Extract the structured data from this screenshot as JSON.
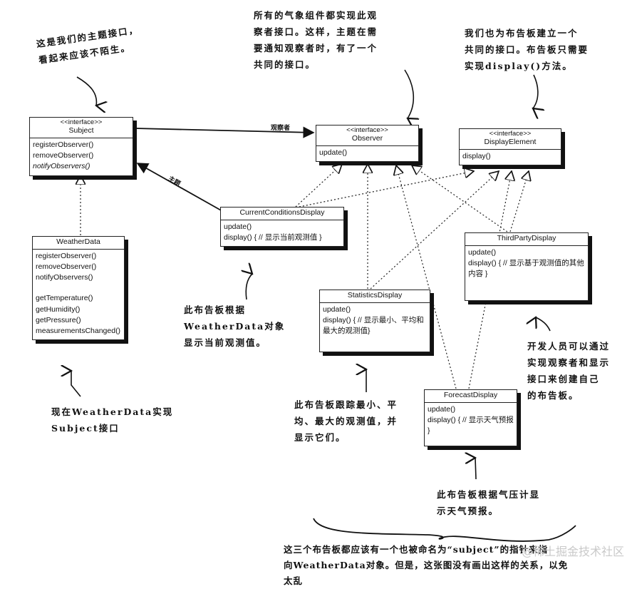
{
  "diagram": {
    "type": "uml-class-diagram",
    "classes": {
      "subject": {
        "stereotype": "<<interface>>",
        "name": "Subject",
        "methods": [
          "registerObserver()",
          "removeObserver()",
          "notifyObservers()"
        ]
      },
      "observer": {
        "stereotype": "<<interface>>",
        "name": "Observer",
        "methods": [
          "update()"
        ]
      },
      "display_element": {
        "stereotype": "<<interface>>",
        "name": "DisplayElement",
        "methods": [
          "display()"
        ]
      },
      "weather_data": {
        "name": "WeatherData",
        "methods_group1": [
          "registerObserver()",
          "removeObserver()",
          "notifyObservers()"
        ],
        "methods_group2": [
          "getTemperature()",
          "getHumidity()",
          "getPressure()",
          "measurementsChanged()"
        ]
      },
      "current_conditions": {
        "name": "CurrentConditionsDisplay",
        "methods": [
          "update()",
          "display() { // 显示当前观测值 }"
        ]
      },
      "statistics": {
        "name": "StatisticsDisplay",
        "methods": [
          "update()",
          "display() { // 显示最小、平均和最大的观测值}"
        ]
      },
      "third_party": {
        "name": "ThirdPartyDisplay",
        "methods": [
          "update()",
          "display() { // 显示基于观测值的其他内容 }"
        ]
      },
      "forecast": {
        "name": "ForecastDisplay",
        "methods": [
          "update()",
          "display() { // 显示天气预报 }"
        ]
      }
    },
    "relations": [
      {
        "from": "Subject",
        "to": "Observer",
        "kind": "association",
        "label": "观察者"
      },
      {
        "from": "CurrentConditionsDisplay",
        "to": "Subject",
        "kind": "association",
        "label": "主题"
      },
      {
        "from": "WeatherData",
        "to": "Subject",
        "kind": "realization"
      },
      {
        "from": "CurrentConditionsDisplay",
        "to": "Observer",
        "kind": "realization"
      },
      {
        "from": "StatisticsDisplay",
        "to": "Observer",
        "kind": "realization"
      },
      {
        "from": "ForecastDisplay",
        "to": "Observer",
        "kind": "realization"
      },
      {
        "from": "ThirdPartyDisplay",
        "to": "Observer",
        "kind": "realization"
      },
      {
        "from": "CurrentConditionsDisplay",
        "to": "DisplayElement",
        "kind": "realization"
      },
      {
        "from": "StatisticsDisplay",
        "to": "DisplayElement",
        "kind": "realization"
      },
      {
        "from": "ForecastDisplay",
        "to": "DisplayElement",
        "kind": "realization"
      },
      {
        "from": "ThirdPartyDisplay",
        "to": "DisplayElement",
        "kind": "realization"
      }
    ],
    "labels": {
      "observer_assoc": "观察者",
      "subject_assoc": "主题"
    }
  },
  "notes": {
    "subject_note": [
      "这是我们的主题接口，",
      "看起来应该不陌生。"
    ],
    "observer_note": [
      "所有的气象组件都实现此观",
      "察者接口。这样，主题在需",
      "要通知观察者时，有了一个",
      "共同的接口。"
    ],
    "display_note": [
      "我们也为布告板建立一个",
      "共同的接口。布告板只需要",
      "实现display()方法。"
    ],
    "current_note": [
      "此布告板根据",
      "WeatherData对象",
      "显示当前观测值。"
    ],
    "weatherdata_note": [
      "现在WeatherData实现",
      "Subject接口"
    ],
    "statistics_note": [
      "此布告板跟踪最小、平",
      "均、最大的观测值，并",
      "显示它们。"
    ],
    "thirdparty_note": [
      "开发人员可以通过",
      "实现观察者和显示",
      "接口来创建自己",
      "的布告板。"
    ],
    "forecast_note": [
      "此布告板根据气压计显",
      "示天气预报。"
    ],
    "bottom_note": [
      "这三个布告板都应该有一个也被命名为“subject”的指针来指",
      "向WeatherData对象。但是，这张图没有画出这样的关系，以免",
      "太乱"
    ]
  },
  "watermark": "@稀土掘金技术社区"
}
